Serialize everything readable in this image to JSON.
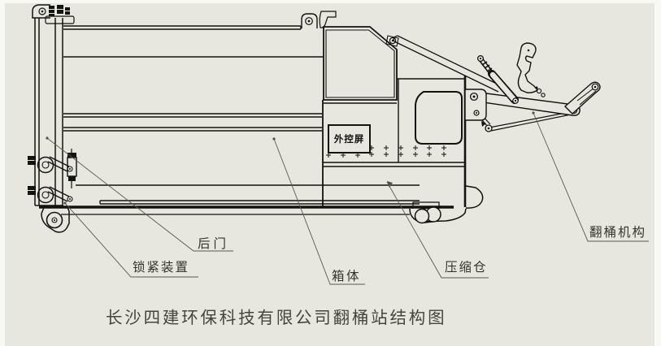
{
  "app": {
    "background_color": "#e8e7df",
    "edge_color": "#f9f9f4",
    "line_color": "#12120e"
  },
  "diagram": {
    "title": "长沙四建环保科技有限公司翻桶站结构图",
    "machine_labels": {
      "control_panel": "外控屏"
    },
    "callouts": [
      {
        "part": "rear-door",
        "label": "后门"
      },
      {
        "part": "locking-device",
        "label": "锁紧装置"
      },
      {
        "part": "box-body",
        "label": "箱体"
      },
      {
        "part": "compression-chamber",
        "label": "压缩仓"
      },
      {
        "part": "bin-tipping-mechanism",
        "label": "翻桶机构"
      }
    ]
  }
}
